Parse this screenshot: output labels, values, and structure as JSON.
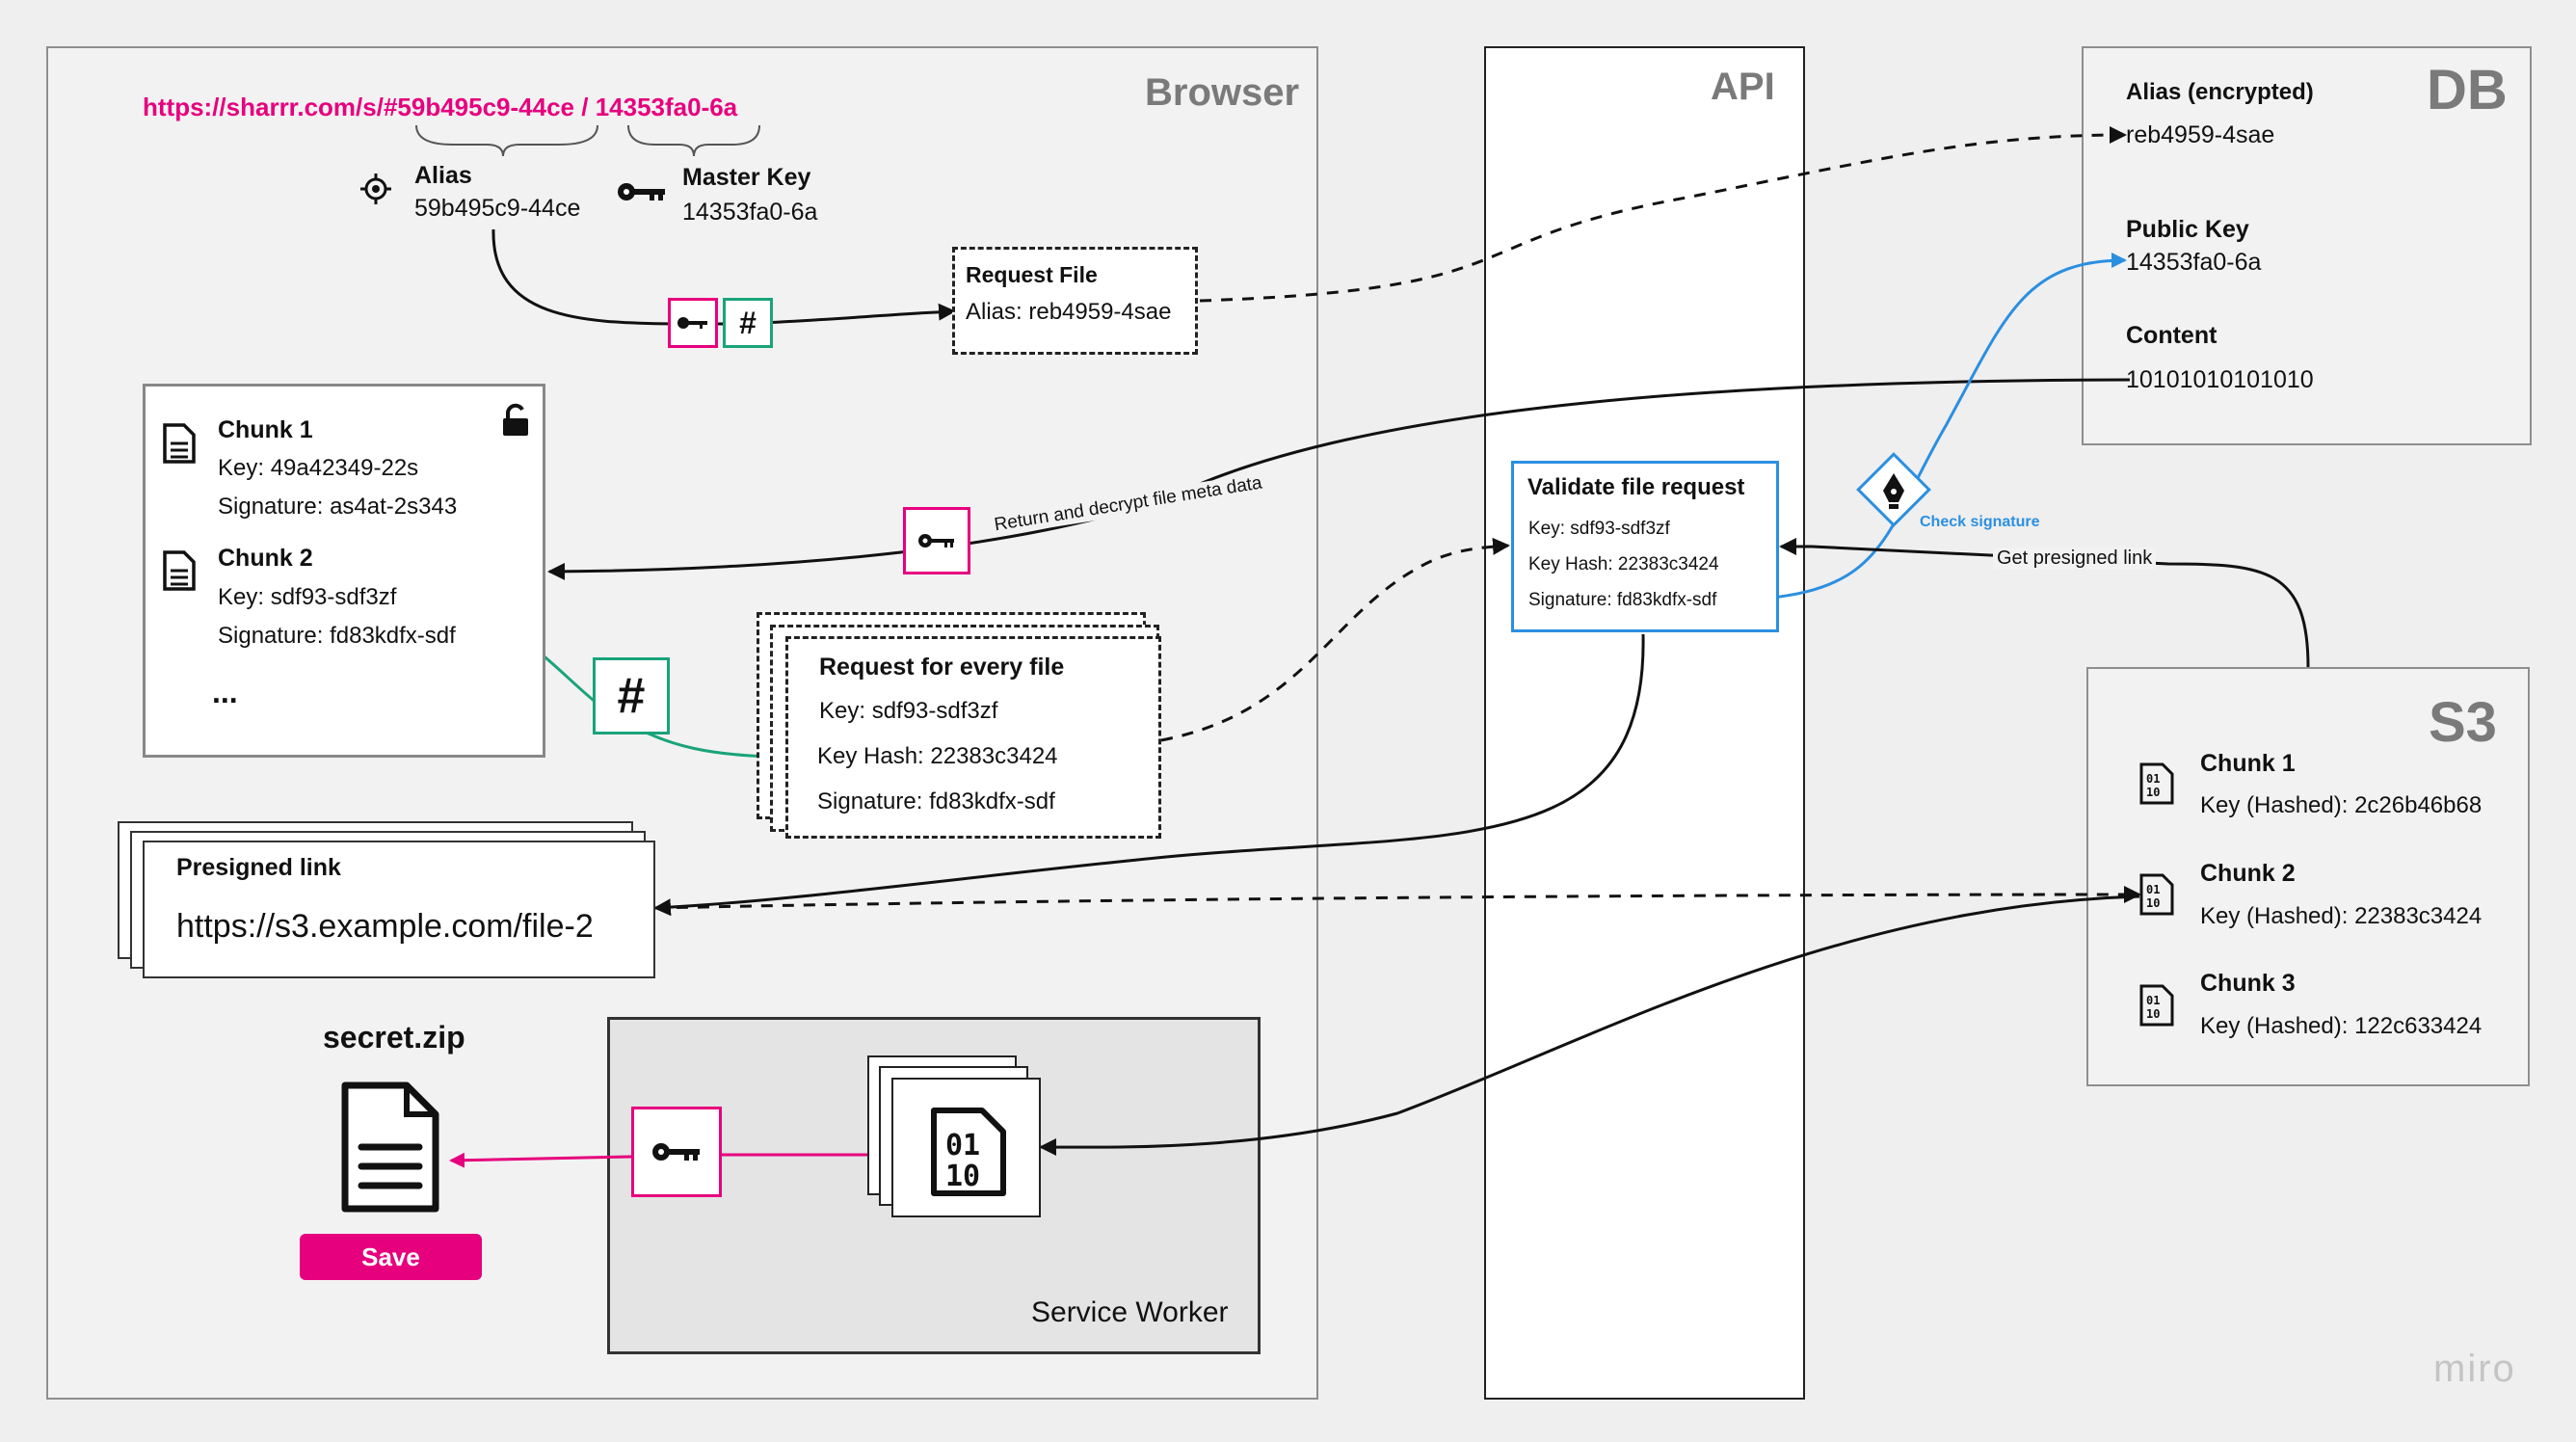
{
  "browser": {
    "title": "Browser",
    "url": "https://sharrr.com/s/#59b495c9-44ce / 14353fa0-6a",
    "alias_label": "Alias",
    "alias_value": "59b495c9-44ce",
    "master_key_label": "Master Key",
    "master_key_value": "14353fa0-6a",
    "request_file": {
      "title": "Request File",
      "alias": "Alias: reb4959-4sae"
    },
    "chunks_panel": {
      "chunk1_title": "Chunk 1",
      "chunk1_key": "Key: 49a42349-22s",
      "chunk1_sig": "Signature: as4at-2s343",
      "chunk2_title": "Chunk 2",
      "chunk2_key": "Key: sdf93-sdf3zf",
      "chunk2_sig": "Signature: fd83kdfx-sdf",
      "more": "..."
    },
    "return_label": "Return and decrypt file meta data",
    "request_every": {
      "title": "Request for every file",
      "key": "Key: sdf93-sdf3zf",
      "key_hash": "Key Hash: 22383c3424",
      "signature": "Signature: fd83kdfx-sdf"
    },
    "presigned": {
      "title": "Presigned link",
      "url": "https://s3.example.com/file-2"
    },
    "file_name": "secret.zip",
    "save_label": "Save",
    "service_worker_label": "Service Worker"
  },
  "api": {
    "title": "API",
    "validate": {
      "title": "Validate file request",
      "key": "Key: sdf93-sdf3zf",
      "key_hash": "Key Hash: 22383c3424",
      "signature": "Signature: fd83kdfx-sdf"
    },
    "check_signature": "Check signature",
    "get_presigned": "Get presigned link"
  },
  "db": {
    "title": "DB",
    "alias_label": "Alias (encrypted)",
    "alias_value": "reb4959-4sae",
    "public_key_label": "Public Key",
    "public_key_value": "14353fa0-6a",
    "content_label": "Content",
    "content_value": "10101010101010"
  },
  "s3": {
    "title": "S3",
    "chunks": [
      {
        "title": "Chunk 1",
        "key": "Key (Hashed): 2c26b46b68"
      },
      {
        "title": "Chunk 2",
        "key": "Key (Hashed): 22383c3424"
      },
      {
        "title": "Chunk 3",
        "key": "Key (Hashed): 122c633424"
      }
    ]
  },
  "watermark": "miro",
  "colors": {
    "magenta": "#e6007e",
    "teal": "#1aa37a",
    "blue": "#2b8fe0",
    "panel_border": "#8e8e8e"
  }
}
